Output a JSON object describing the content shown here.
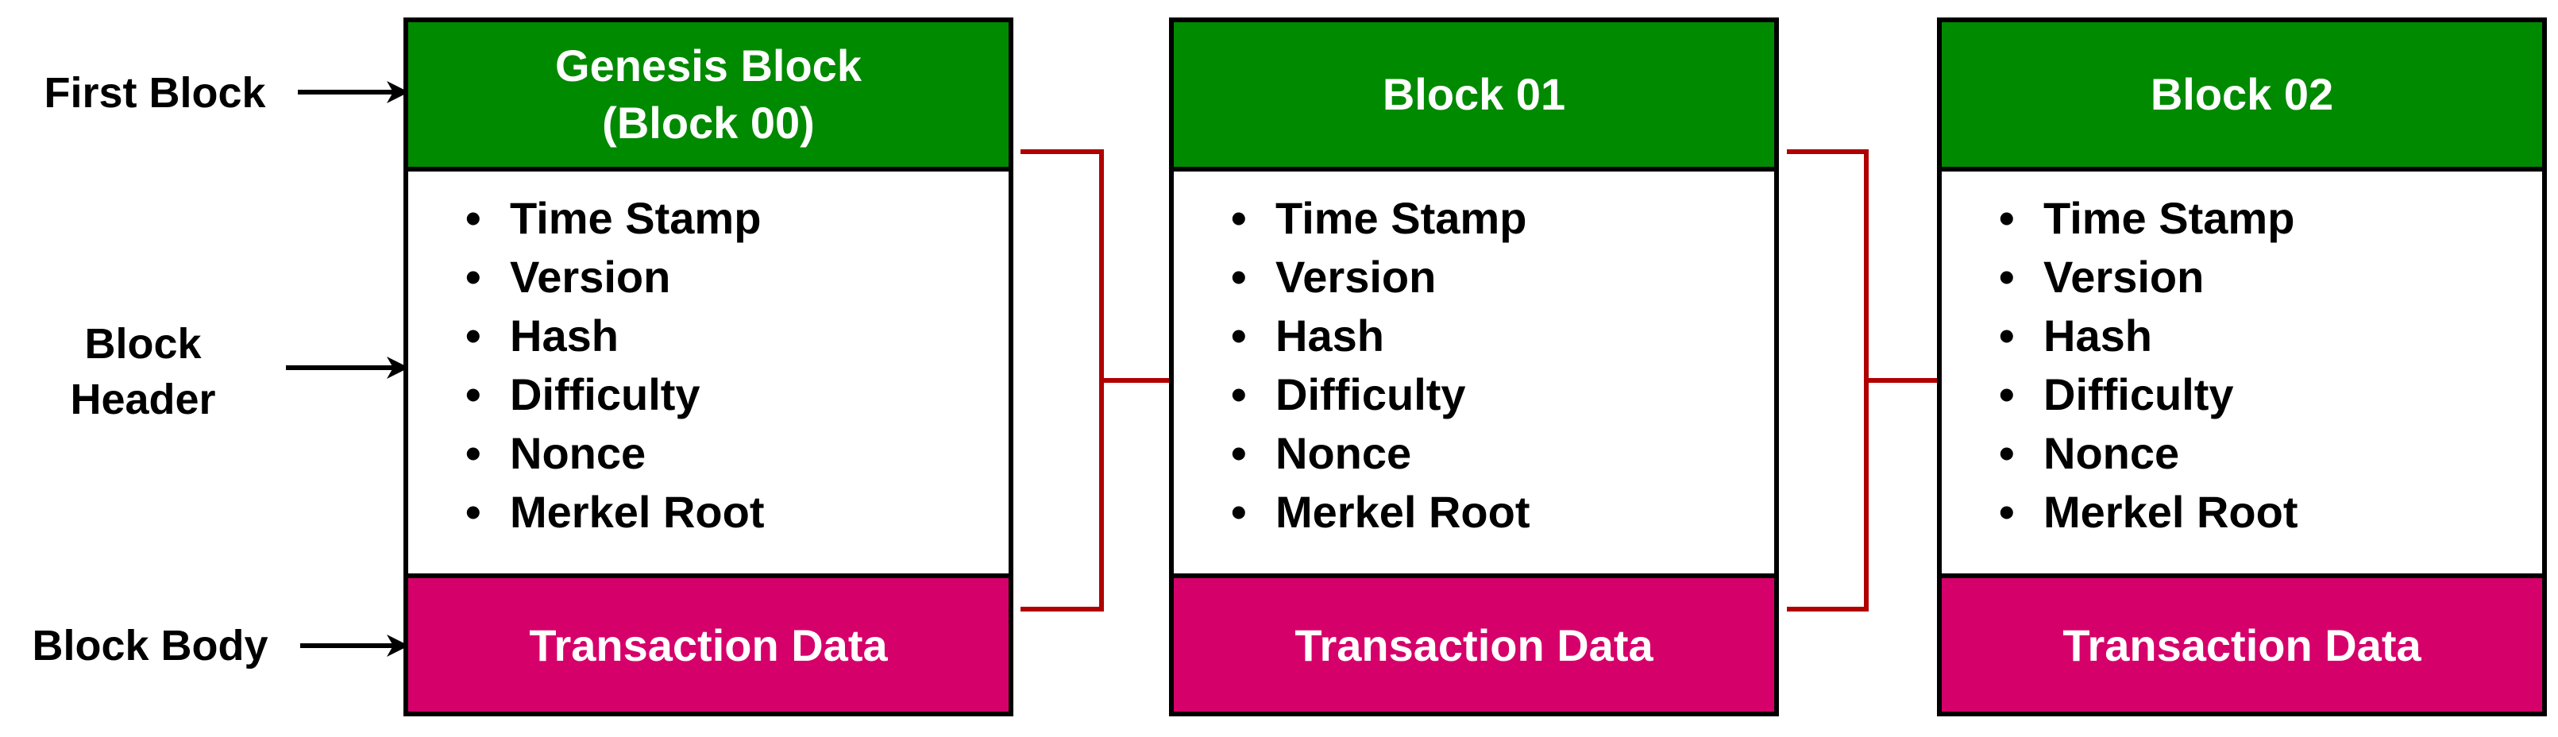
{
  "labels": {
    "first_block": "First Block",
    "block_header_line1": "Block",
    "block_header_line2": "Header",
    "block_body": "Block Body"
  },
  "blocks": [
    {
      "title_line1": "Genesis Block",
      "title_line2": "(Block 00)",
      "header_items": [
        "Time Stamp",
        "Version",
        "Hash",
        "Difficulty",
        "Nonce",
        "Merkel Root"
      ],
      "body": "Transaction Data"
    },
    {
      "title_line1": "Block 01",
      "title_line2": "",
      "header_items": [
        "Time Stamp",
        "Version",
        "Hash",
        "Difficulty",
        "Nonce",
        "Merkel Root"
      ],
      "body": "Transaction Data"
    },
    {
      "title_line1": "Block 02",
      "title_line2": "",
      "header_items": [
        "Time Stamp",
        "Version",
        "Hash",
        "Difficulty",
        "Nonce",
        "Merkel Root"
      ],
      "body": "Transaction Data"
    }
  ],
  "colors": {
    "title_bg": "#008a00",
    "body_bg": "#d6006b",
    "connector": "#b00000",
    "border": "#000000"
  }
}
